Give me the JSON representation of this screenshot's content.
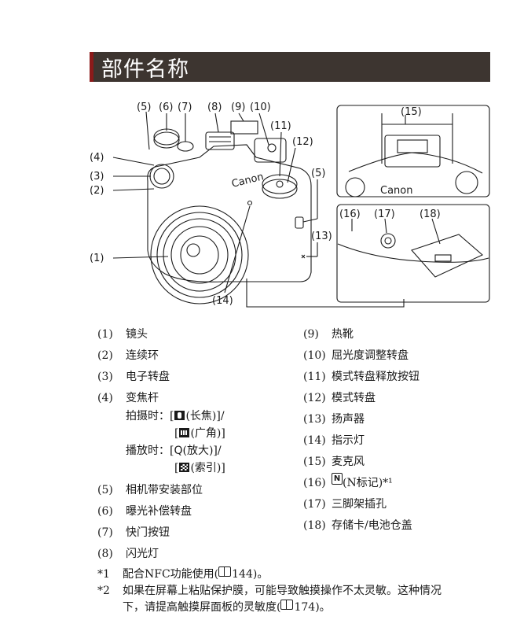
{
  "header": {
    "title": "部件名称"
  },
  "figure": {
    "labels": {
      "l1": "(1)",
      "l2": "(2)",
      "l3": "(3)",
      "l4": "(4)",
      "l5a": "(5)",
      "l5b": "(5)",
      "l6": "(6)",
      "l7": "(7)",
      "l8": "(8)",
      "l9": "(9)",
      "l10": "(10)",
      "l11": "(11)",
      "l12": "(12)",
      "l13": "(13)",
      "l14": "(14)",
      "l15": "(15)",
      "l16": "(16)",
      "l17": "(17)",
      "l18": "(18)"
    },
    "brand": "Canon"
  },
  "parts_left": [
    {
      "num": "(1)",
      "name": "镜头"
    },
    {
      "num": "(2)",
      "name": "连续环"
    },
    {
      "num": "(3)",
      "name": "电子转盘"
    },
    {
      "num": "(4)",
      "name": "变焦杆"
    }
  ],
  "zoom_lever": {
    "shoot_label": "拍摄时：",
    "tele_text": "(长焦)]/",
    "wide_text": "(广角)]",
    "play_label": "播放时：",
    "magnify_text": "(放大)]/",
    "index_text": "(索引)]"
  },
  "parts_left_2": [
    {
      "num": "(5)",
      "name": "相机带安装部位"
    },
    {
      "num": "(6)",
      "name": "曝光补偿转盘"
    },
    {
      "num": "(7)",
      "name": "快门按钮"
    },
    {
      "num": "(8)",
      "name": "闪光灯"
    }
  ],
  "parts_right": [
    {
      "num": "(9)",
      "name": "热靴"
    },
    {
      "num": "(10)",
      "name": "屈光度调整转盘"
    },
    {
      "num": "(11)",
      "name": "模式转盘释放按钮"
    },
    {
      "num": "(12)",
      "name": "模式转盘"
    },
    {
      "num": "(13)",
      "name": "扬声器"
    },
    {
      "num": "(14)",
      "name": "指示灯"
    },
    {
      "num": "(15)",
      "name": "麦克风"
    },
    {
      "num": "(16)",
      "name": "(N标记)*¹"
    },
    {
      "num": "(17)",
      "name": "三脚架插孔"
    },
    {
      "num": "(18)",
      "name": "存储卡/电池仓盖"
    }
  ],
  "nfc_mark": "N",
  "notes": {
    "n1_mark": "*1",
    "n1_text": "配合NFC功能使用(",
    "n1_page": "144)。",
    "n2_mark": "*2",
    "n2_line1": "如果在屏幕上粘贴保护膜，可能导致触摸操作不太灵敏。这种情况",
    "n2_line2": "下，请提高触摸屏面板的灵敏度(",
    "n2_page": "174)。"
  }
}
